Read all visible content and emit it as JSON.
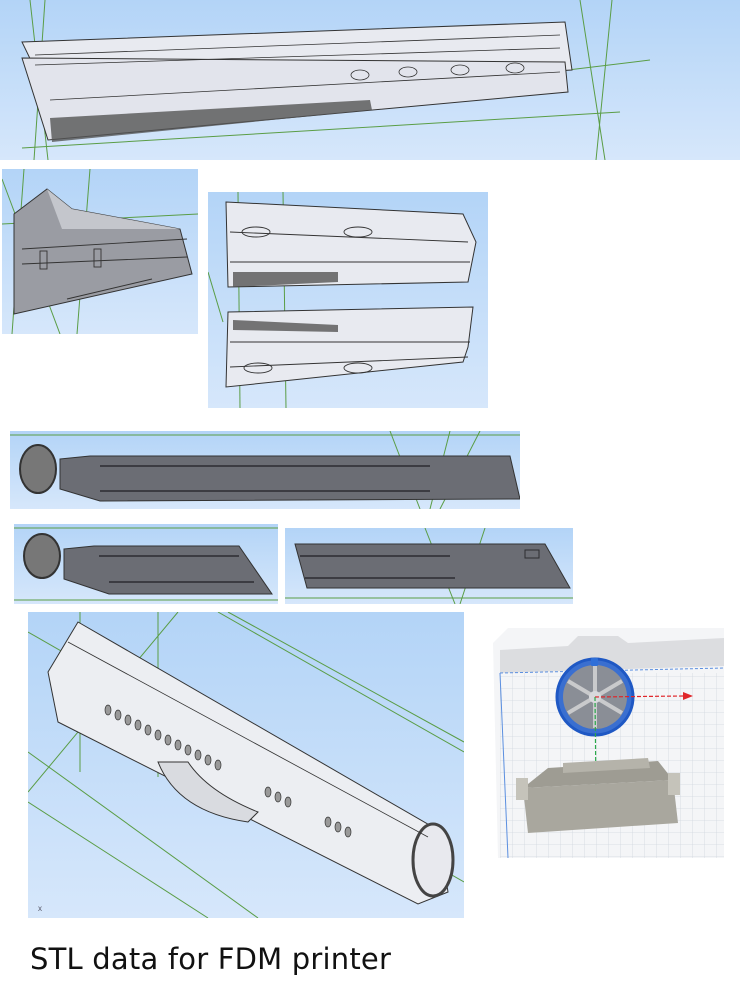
{
  "caption": "STL data for FDM printer",
  "panels": [
    {
      "id": "wing-pair-top",
      "description": "Two wing halves, CAD render"
    },
    {
      "id": "tail-fin",
      "description": "Vertical tail fin CAD render"
    },
    {
      "id": "wing-halves-split",
      "description": "Wing halves split view"
    },
    {
      "id": "fuselage-floor-full",
      "description": "Fuselage floor plate full length"
    },
    {
      "id": "fuselage-floor-front",
      "description": "Fuselage floor plate front section"
    },
    {
      "id": "fuselage-floor-rear",
      "description": "Fuselage floor plate rear section"
    },
    {
      "id": "fuselage-iso",
      "description": "Fuselage isometric CAD render"
    },
    {
      "id": "slicer-view",
      "description": "FDM slicer build plate with parts"
    }
  ],
  "fuselage_axis_label": "x",
  "colors": {
    "cad_bg_top": "#b3d4f7",
    "cad_bg_bottom": "#d6e7fb",
    "construction_line": "#4a9a3a",
    "part_light": "#e6e8ee",
    "part_dark": "#6b6d74",
    "slicer_grid": "#d8dde6",
    "slicer_select": "#2f6fd8",
    "axis_x": "#e0262a",
    "axis_y": "#2aa84a"
  }
}
